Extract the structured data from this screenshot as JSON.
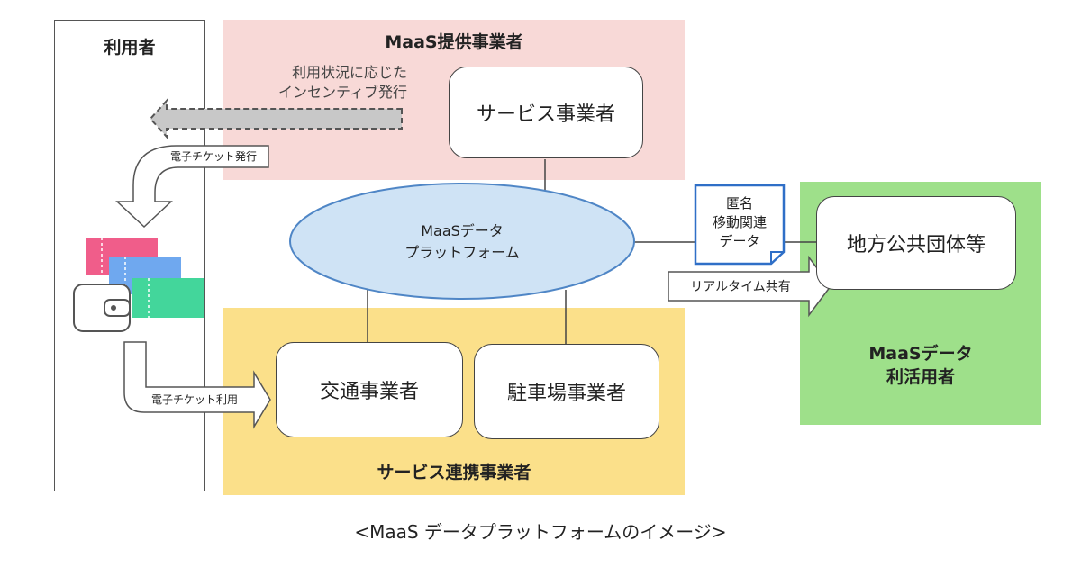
{
  "user": {
    "label": "利用者"
  },
  "provider_region": {
    "label": "MaaS提供事業者"
  },
  "service_provider": {
    "label": "サービス事業者"
  },
  "incentive": {
    "line1": "利用状況に応じた",
    "line2": "インセンティブ発行"
  },
  "ticket_issue": {
    "label": "電子チケット発行"
  },
  "ticket_use": {
    "label": "電子チケット利用"
  },
  "platform": {
    "line1": "MaaSデータ",
    "line2": "プラットフォーム"
  },
  "anon_data": {
    "line1": "匿名",
    "line2": "移動関連",
    "line3": "データ"
  },
  "realtime": {
    "label": "リアルタイム共有"
  },
  "local_gov": {
    "label": "地方公共団体等"
  },
  "data_user_region": {
    "line1": "MaaSデータ",
    "line2": "利活用者"
  },
  "transport": {
    "label": "交通事業者"
  },
  "parking": {
    "label": "駐車場事業者"
  },
  "partner_region": {
    "label": "サービス連携事業者"
  },
  "caption": {
    "text": "<MaaS データプラットフォームのイメージ>"
  },
  "colors": {
    "provider_bg": "#f8d9d7",
    "partner_bg": "#fbe08a",
    "data_user_bg": "#9ee08a",
    "platform_fill": "#cfe3f5",
    "platform_stroke": "#4f86c6",
    "ticket_pink": "#f05d8a",
    "ticket_blue": "#6fa8ef",
    "ticket_green": "#43d69b"
  }
}
